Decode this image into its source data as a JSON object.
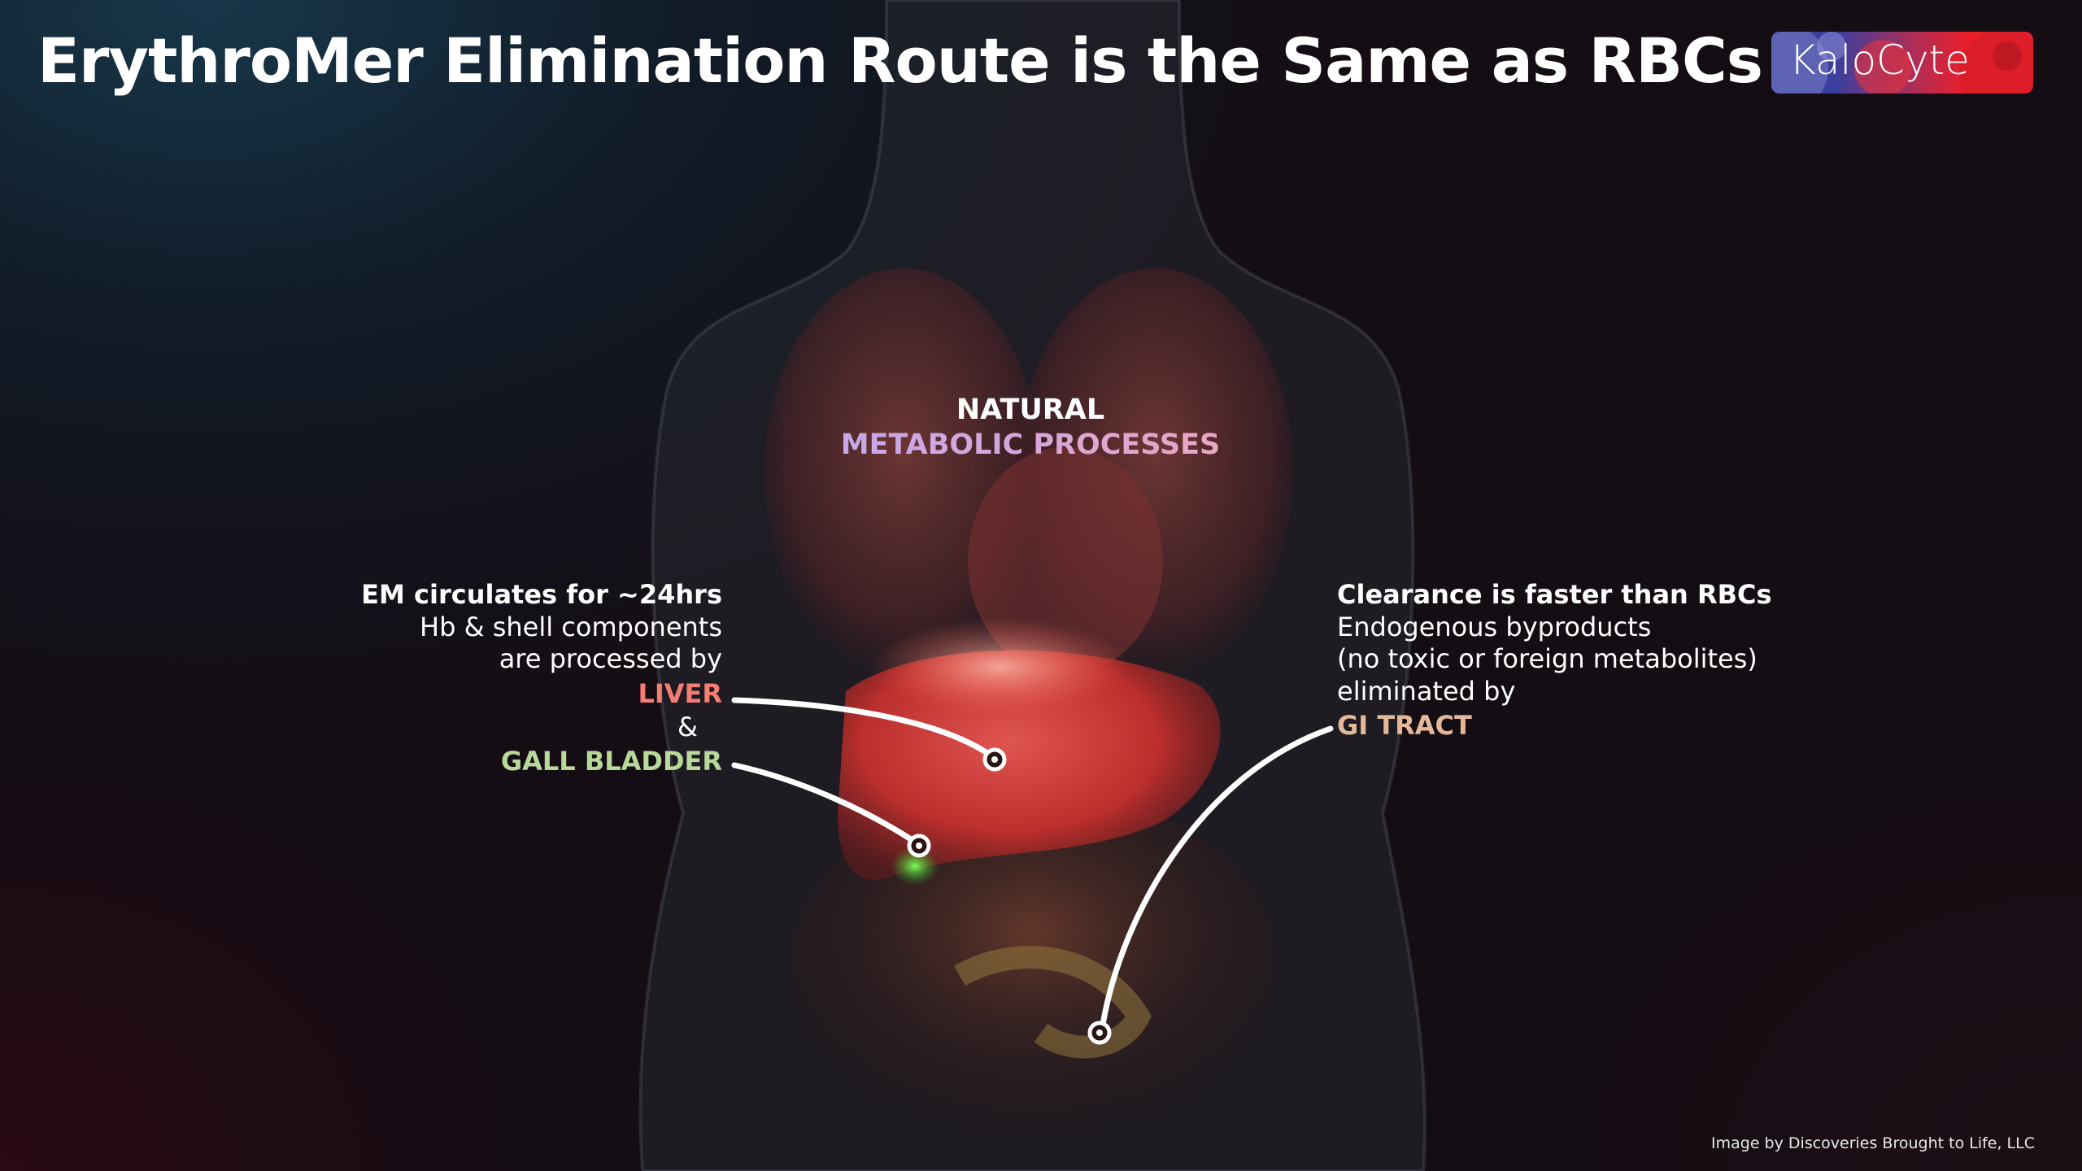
{
  "title": "ErythroMer Elimination Route is the Same as RBCs",
  "logo": {
    "text": "KaloCyte"
  },
  "center_label": {
    "line1": "NATURAL",
    "line2": "METABOLIC PROCESSES"
  },
  "left_block": {
    "heading": "EM circulates for ~24hrs",
    "line2": "Hb & shell components",
    "line3": "are processed by",
    "organ1": "LIVER",
    "conjunction": "&",
    "organ2": "GALL BLADDER"
  },
  "right_block": {
    "heading": "Clearance is faster than RBCs",
    "line2": "Endogenous byproducts",
    "line3": "(no toxic or foreign metabolites)",
    "line4": "eliminated by",
    "organ": "GI TRACT"
  },
  "credit": "Image by Discoveries Brought to Life, LLC",
  "colors": {
    "liver": "#f47d74",
    "gall_bladder": "#b9d99a",
    "gi_tract": "#e3b99a",
    "natural": "#c9a7e6",
    "metabolic": "#e7a8c9"
  }
}
